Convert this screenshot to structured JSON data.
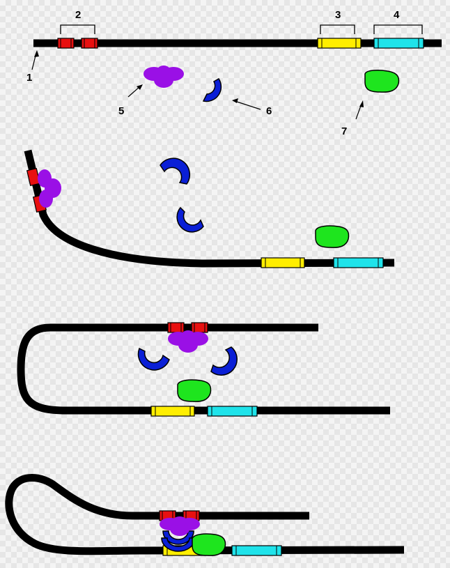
{
  "labels": {
    "dna": "1",
    "enhancer": "2",
    "promoter": "3",
    "gene": "4",
    "activator": "5",
    "mediator": "6",
    "polymerase": "7"
  },
  "colors": {
    "dna": "#000000",
    "enhancer": "#e81010",
    "promoter": "#ffee00",
    "gene": "#1fe3ea",
    "activator": "#9a10e6",
    "mediator": "#0a1fd6",
    "polymerase": "#1ee51e"
  },
  "icons": {
    "activator": "activator-protein-icon",
    "mediator": "mediator-protein-icon",
    "polymerase": "rna-polymerase-icon"
  }
}
